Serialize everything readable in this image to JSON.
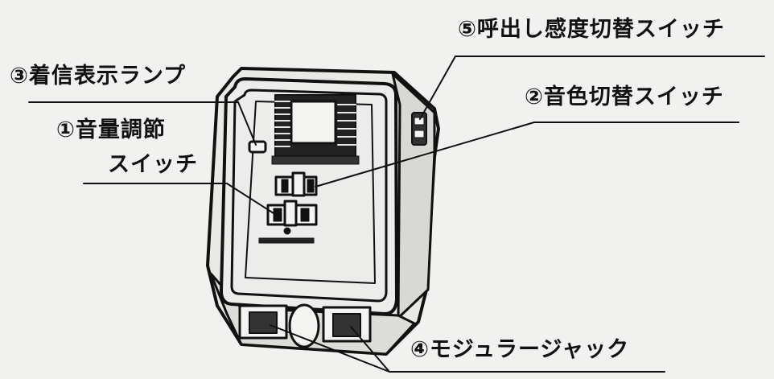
{
  "labels": {
    "volume_switch": "①音量調節",
    "volume_switch_line2": "スイッチ",
    "tone_switch": "②音色切替スイッチ",
    "incoming_lamp": "③着信表示ランプ",
    "modular_jack": "④モジュラージャック",
    "call_sensitivity_switch": "⑤呼出し感度切替スイッチ"
  },
  "colors": {
    "background": "#f1f1ef",
    "ink": "#111111"
  }
}
